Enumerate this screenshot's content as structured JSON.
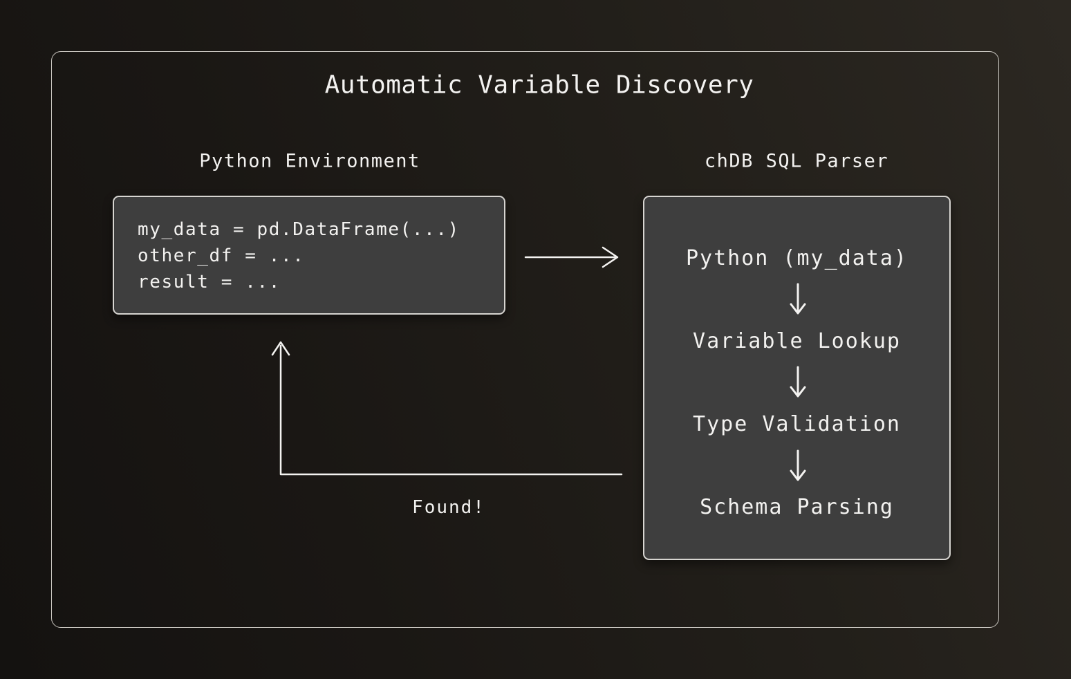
{
  "title": "Automatic Variable Discovery",
  "panels": {
    "python_env": {
      "heading": "Python Environment",
      "code_lines": [
        "my_data = pd.DataFrame(...)",
        "other_df = ...",
        "result = ..."
      ]
    },
    "sql_parser": {
      "heading": "chDB SQL Parser",
      "stages": [
        "Python (my_data)",
        "Variable Lookup",
        "Type Validation",
        "Schema Parsing"
      ]
    }
  },
  "connectors": {
    "found_label": "Found!",
    "right_arrow_icon": "→",
    "up_arrow_icon": "↑",
    "down_arrow_icon": "↓"
  },
  "colors": {
    "background_light": "#2c2822",
    "background_dark": "#141210",
    "frame_border": "#c9c6c0",
    "box_fill": "#3e3e3e",
    "box_border": "#d7d5d1",
    "text": "#f3f2f0",
    "arrow": "#f4f3f1"
  }
}
